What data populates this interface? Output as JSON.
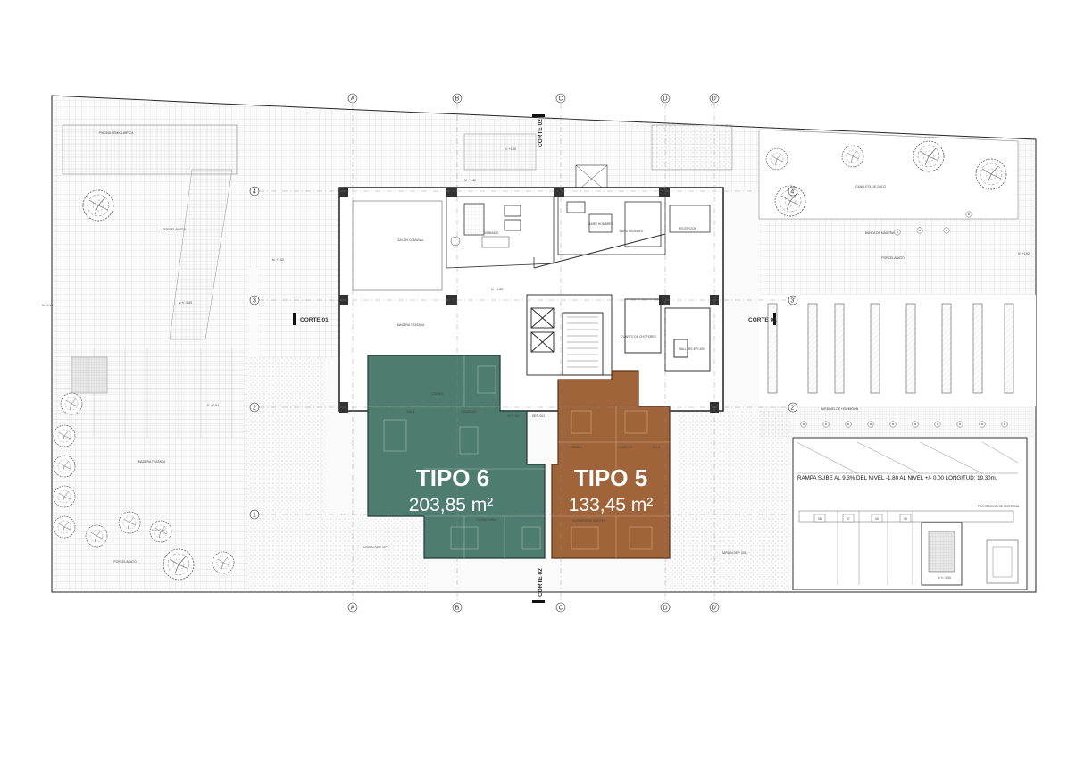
{
  "units": {
    "tipo6": {
      "label": "TIPO 6",
      "area": "203,85 m²",
      "color": "#4e7c70"
    },
    "tipo5": {
      "label": "TIPO 5",
      "area": "133,45 m²",
      "color": "#a0643a"
    }
  },
  "grid_axes": {
    "columns": [
      "A",
      "B",
      "C",
      "D",
      "D'"
    ],
    "rows": [
      "4",
      "3",
      "2",
      "1"
    ],
    "row_primes": [
      "4'",
      "3'",
      "2'"
    ]
  },
  "cuts": {
    "corte_01": "CORTE 01",
    "corte_02": "CORTE 02"
  },
  "ramp_note": "RAMPA SUBE AL 9.3% DEL NIVEL -1.80 AL NIVEL +/- 0.00 LONGITUD: 19.30m.",
  "parking_spots": [
    "08",
    "07",
    "06",
    "05"
  ],
  "room_labels": {
    "salon_comunal": "SALON COMUNAL",
    "gimnasio": "GIMNASIO",
    "bano_hombres": "BAÑO HOMBRES",
    "bano_mujeres": "BAÑO MUJERES",
    "recepcion": "RECEPCION",
    "hall_recepcion": "HALL RECEPCION",
    "cuarto_chofer": "CUARTO DE CHOFERES",
    "dep_002": "DEP. 002",
    "dep_001": "DEP. 001",
    "jardin_002": "JARDIN DEP. 002",
    "jardin_001": "JARDIN DEP. 001",
    "comedor": "COMEDOR",
    "sala": "SALA",
    "cocina": "COCINA",
    "dormitorio": "DORMITORIO",
    "dormitorio_master": "DORMITORIO MASTER",
    "piscina": "PISCINA SEMIOLIMPICA",
    "porcelanato": "PORCELANATO",
    "madera_tratada": "MADERA TRATADA",
    "banca_madera": "BANCA DE MADERA",
    "sardinel": "SARDINEL DE HORMIGON",
    "caja_escalera": "CANALETA DE COCO",
    "proyeccion_cisterna": "PROYECCION DE CISTERNA"
  },
  "levels": {
    "n_142": "N. +1.42",
    "n_162": "N. +1.62",
    "n_180": "N. +1.80",
    "n_000": "N.+/- 0.00",
    "n_018": "N. -0.18",
    "n_154": "N. +0.54"
  }
}
